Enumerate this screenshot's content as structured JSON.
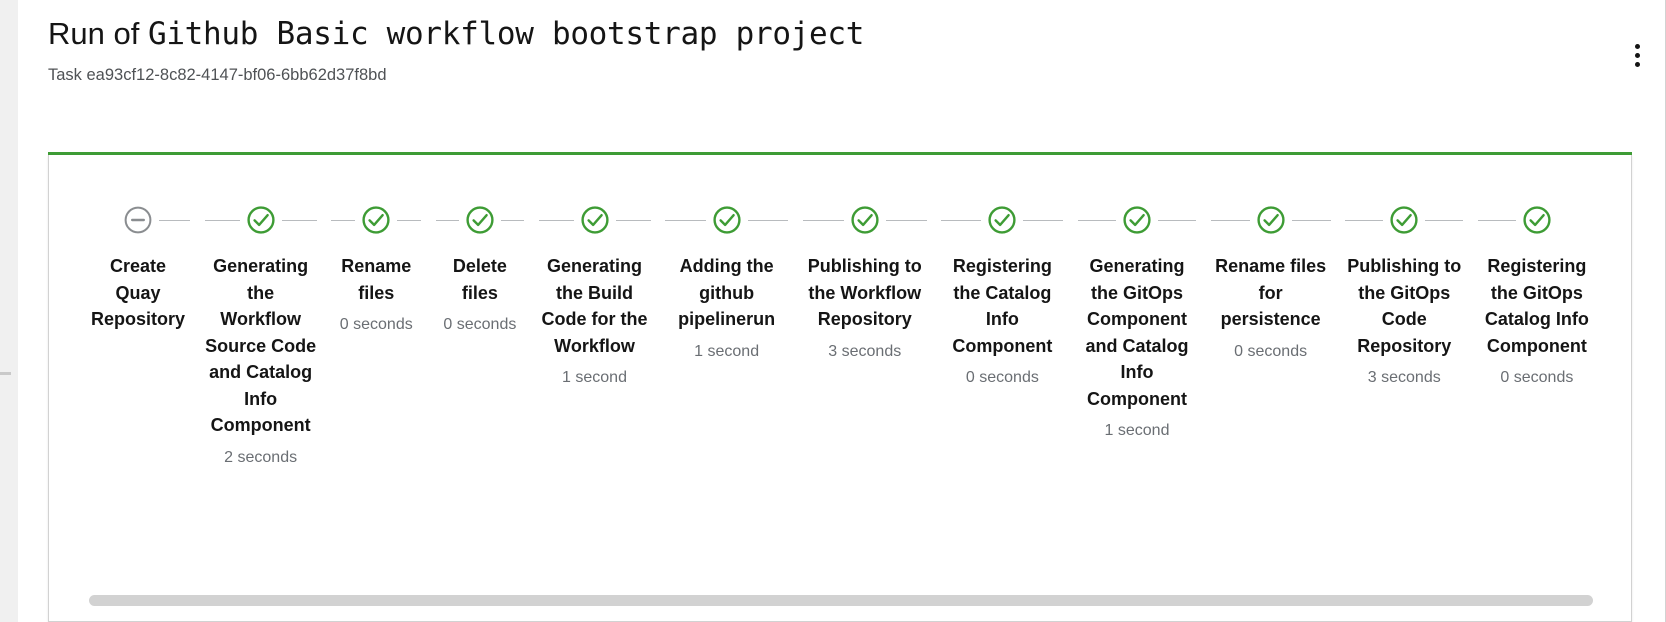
{
  "header": {
    "title_prefix": "Run of ",
    "title_mono": "Github Basic workflow bootstrap project",
    "subtitle": "Task ea93cf12-8c82-4147-bf06-6bb62d37f8bd",
    "kebab_icon": "kebab-vertical-icon"
  },
  "card": {
    "accent_color": "#3e9c35",
    "border_color": "#d2d2d2"
  },
  "colors": {
    "success_green": "#3e9c35",
    "skipped_grey": "#8a8d90",
    "connector": "#b8bbbe",
    "label_text": "#151515",
    "muted_text": "#6a6e73",
    "scrollbar_thumb": "#d2d2d2"
  },
  "steps": [
    {
      "label": "Create Quay Repository",
      "duration": "",
      "status": "skipped",
      "icon": "minus-circle-icon",
      "width": 104
    },
    {
      "label": "Generating the Workflow Source Code and Catalog Info Component",
      "duration": "2 seconds",
      "status": "success",
      "icon": "check-circle-icon",
      "width": 112
    },
    {
      "label": "Rename files",
      "duration": "0 seconds",
      "status": "success",
      "icon": "check-circle-icon",
      "width": 90
    },
    {
      "label": "Delete files",
      "duration": "0 seconds",
      "status": "success",
      "icon": "check-circle-icon",
      "width": 88
    },
    {
      "label": "Generating the Build Code for the Workflow",
      "duration": "1 second",
      "status": "success",
      "icon": "check-circle-icon",
      "width": 112
    },
    {
      "label": "Adding the github pipelinerun",
      "duration": "1 second",
      "status": "success",
      "icon": "check-circle-icon",
      "width": 123
    },
    {
      "label": "Publishing to the Workflow Repository",
      "duration": "3 seconds",
      "status": "success",
      "icon": "check-circle-icon",
      "width": 124
    },
    {
      "label": "Registering the Catalog Info Component",
      "duration": "0 seconds",
      "status": "success",
      "icon": "check-circle-icon",
      "width": 122
    },
    {
      "label": "Generating the GitOps Component and Catalog Info Component",
      "duration": "1 second",
      "status": "success",
      "icon": "check-circle-icon",
      "width": 118
    },
    {
      "label": "Rename files for persistence",
      "duration": "0 seconds",
      "status": "success",
      "icon": "check-circle-icon",
      "width": 120
    },
    {
      "label": "Publishing to the GitOps Code Repository",
      "duration": "3 seconds",
      "status": "success",
      "icon": "check-circle-icon",
      "width": 118
    },
    {
      "label": "Registering the GitOps Catalog Info Component",
      "duration": "0 seconds",
      "status": "success",
      "icon": "check-circle-icon",
      "width": 118
    }
  ],
  "scrollbar": {
    "name": "horizontal-scrollbar"
  }
}
